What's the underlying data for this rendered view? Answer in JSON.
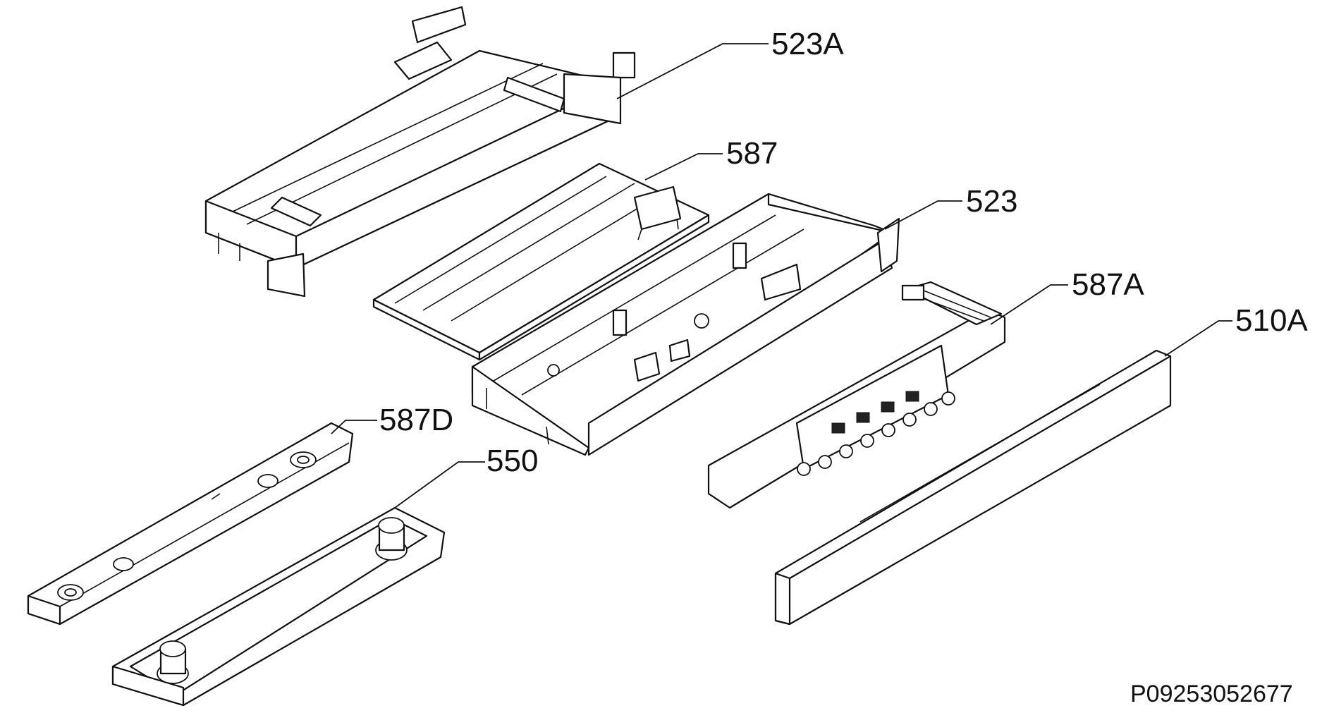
{
  "labels": {
    "523A": "523A",
    "587": "587",
    "523": "523",
    "587A": "587A",
    "510A": "510A",
    "587D": "587D",
    "550": "550"
  },
  "reference": "P09253052677"
}
